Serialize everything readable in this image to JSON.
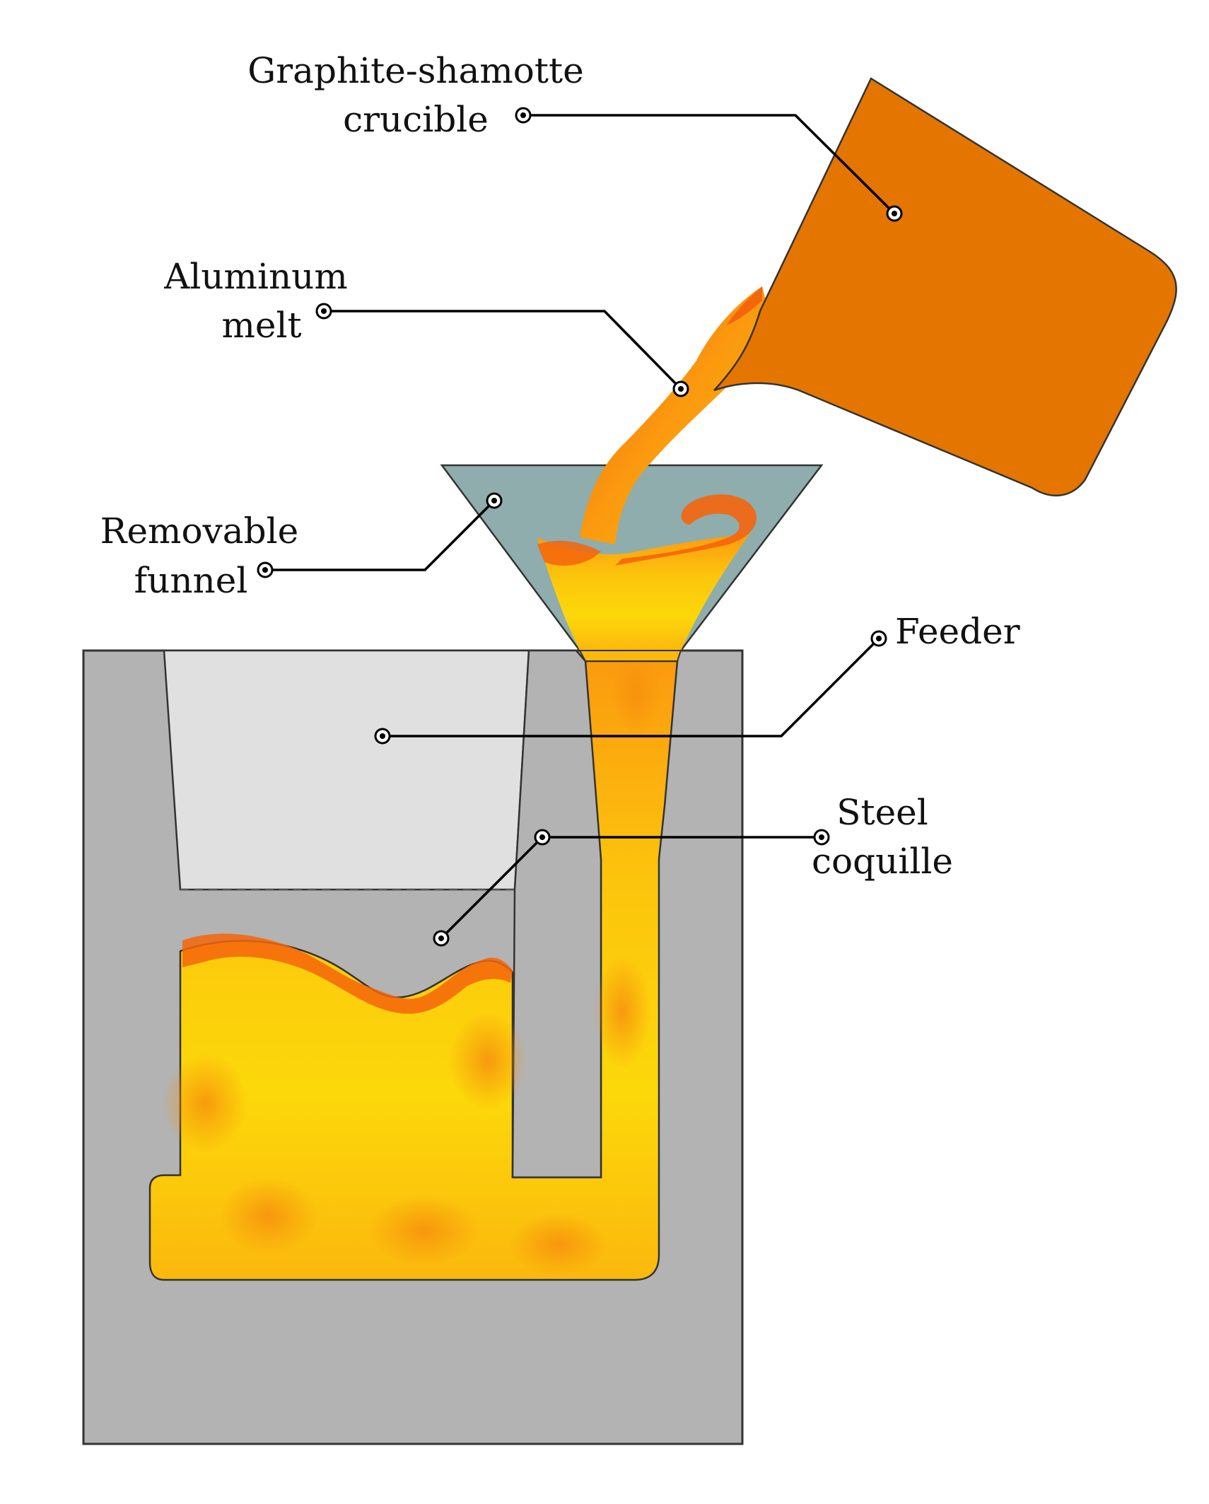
{
  "labels": {
    "crucible": {
      "line1": "Graphite-shamotte",
      "line2": "crucible"
    },
    "melt": {
      "line1": "Aluminum",
      "line2": "melt"
    },
    "funnel": {
      "line1": "Removable",
      "line2": "funnel"
    },
    "feeder": {
      "line1": "Feeder"
    },
    "coquille": {
      "line1": "Steel",
      "line2": "coquille"
    }
  },
  "colors": {
    "crucible": "#e47600",
    "funnel": "#8fadac",
    "coquille": "#b3b3b3",
    "feeder_cavity": "#e0e0e0",
    "melt_yellow": "#fcd80a",
    "melt_orange": "#fb9a0f",
    "melt_dark_orange": "#f5650c"
  }
}
